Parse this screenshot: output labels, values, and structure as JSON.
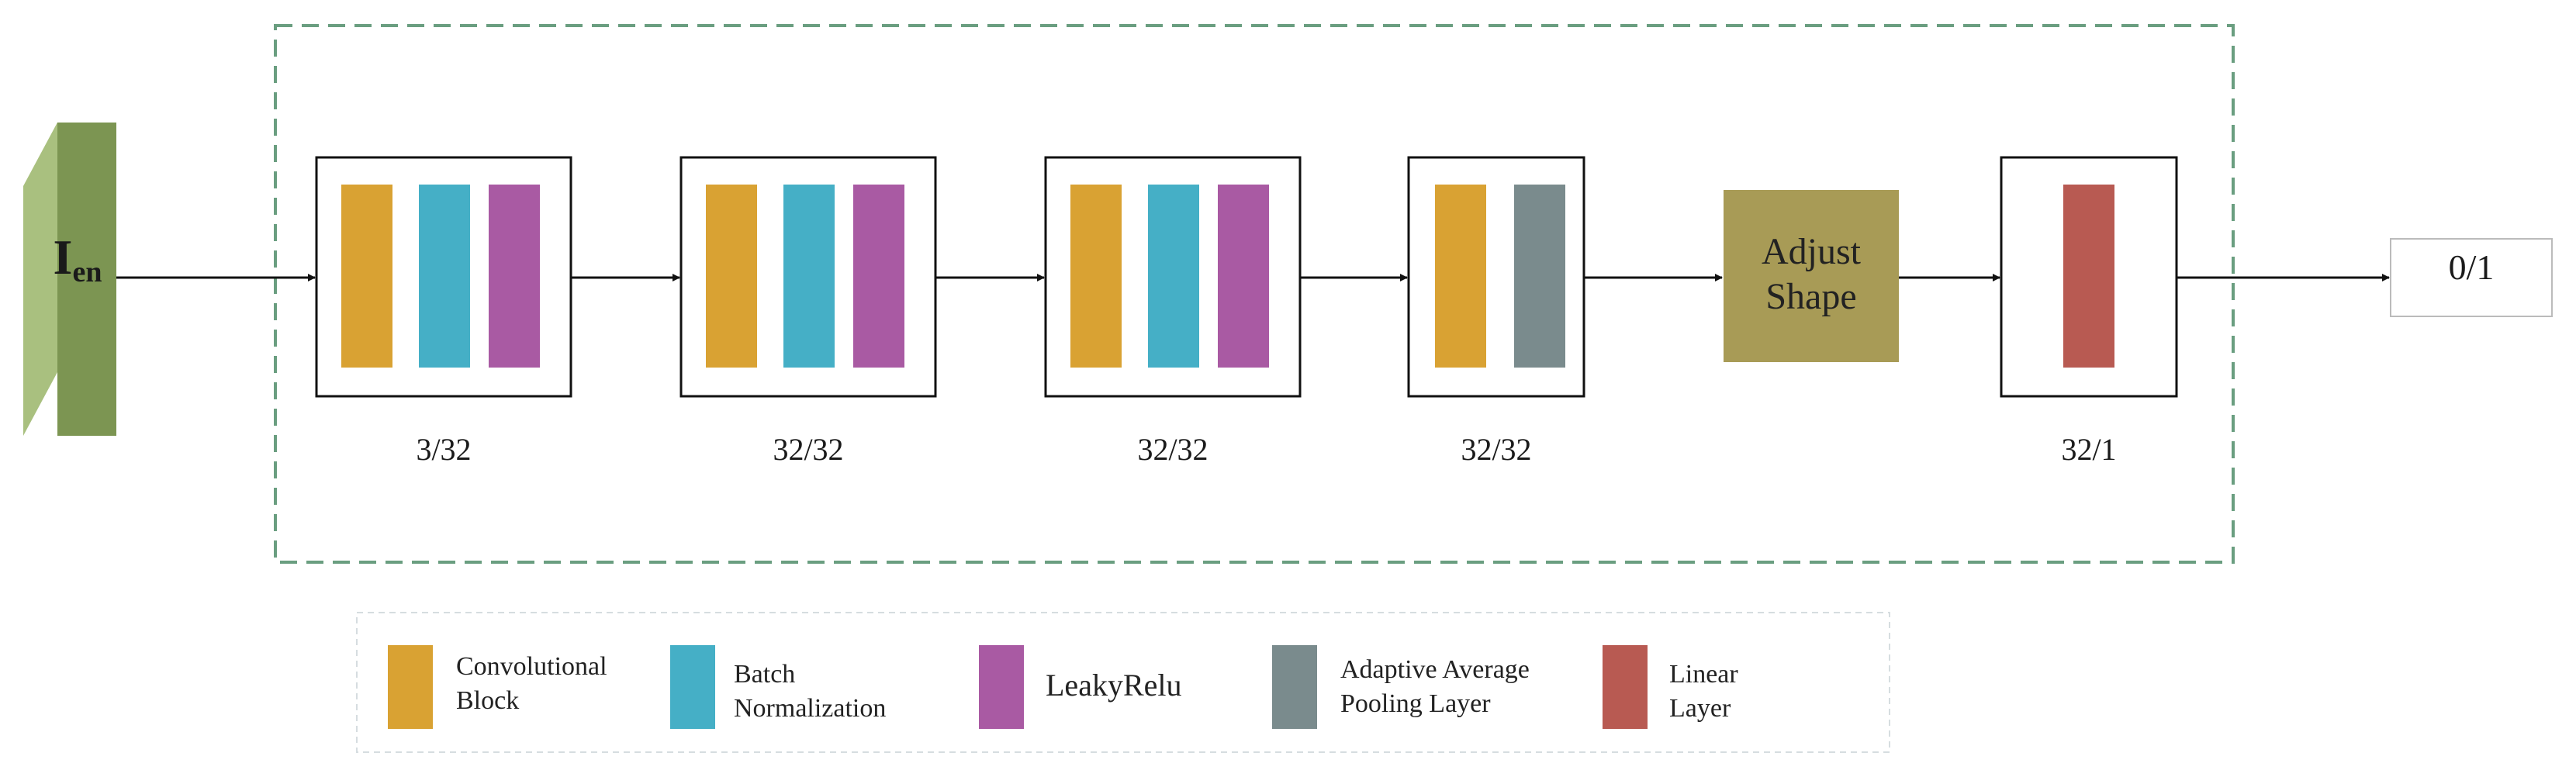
{
  "input": {
    "label_main": "I",
    "label_sub": "en"
  },
  "stages": [
    {
      "label": "3/32",
      "layers": [
        "conv",
        "bn",
        "leaky"
      ]
    },
    {
      "label": "32/32",
      "layers": [
        "conv",
        "bn",
        "leaky"
      ]
    },
    {
      "label": "32/32",
      "layers": [
        "conv",
        "bn",
        "leaky"
      ]
    },
    {
      "label": "32/32",
      "layers": [
        "conv",
        "pool"
      ]
    },
    {
      "label": "32/1",
      "layers": [
        "linear"
      ]
    }
  ],
  "adjust_shape": {
    "line1": "Adjust",
    "line2": "Shape"
  },
  "output": {
    "label": "0/1"
  },
  "legend": [
    {
      "key": "conv",
      "line1": "Convolutional",
      "line2": "Block"
    },
    {
      "key": "bn",
      "line1": "Batch",
      "line2": "Normalization"
    },
    {
      "key": "leaky",
      "line1": "LeakyRelu",
      "line2": ""
    },
    {
      "key": "pool",
      "line1": "Adaptive Average",
      "line2": "Pooling Layer"
    },
    {
      "key": "linear",
      "line1": "Linear",
      "line2": "Layer"
    }
  ],
  "colors": {
    "conv": "#D9A233",
    "bn": "#45AFC6",
    "leaky": "#A95AA3",
    "pool": "#7A8B8D",
    "linear": "#B85A52",
    "adjust": "#A89B56",
    "dashed_border": "#6A9E80",
    "input_front": "#7C9552",
    "input_side": "#A9C07F"
  }
}
